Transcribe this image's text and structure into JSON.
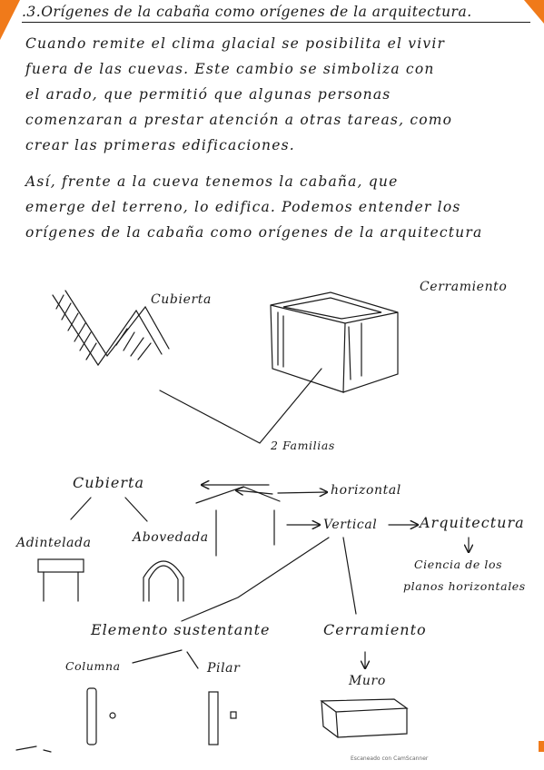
{
  "title": ".3.Orígenes de la cabaña como orígenes de la arquitectura.",
  "paragraph_1": [
    "Cuando remite el clima glacial se posibilita el vivir",
    "fuera de las cuevas. Este cambio se simboliza con",
    "el arado, que permitió que algunas personas",
    "comenzaran a prestar atención a otras tareas, como",
    "crear las primeras edificaciones."
  ],
  "paragraph_2": [
    "Así, frente a la cueva tenemos la cabaña, que",
    "emerge del terreno, lo edifica. Podemos entender los",
    "orígenes de la cabaña como orígenes de la arquitectura"
  ],
  "diagram": {
    "cubierta_top": "Cubierta",
    "cerramiento_top": "Cerramiento",
    "familias": "2 Familias",
    "cubierta": "Cubierta",
    "horizontal": "horizontal",
    "adintelada": "Adintelada",
    "abovedada": "Abovedada",
    "vertical": "Vertical",
    "arquitectura": "Arquitectura",
    "ciencia_1": "Ciencia de los",
    "ciencia_2": "planos horizontales",
    "elemento": "Elemento sustentante",
    "cerramiento": "Cerramiento",
    "columna": "Columna",
    "pilar": "Pilar",
    "muro": "Muro"
  },
  "footer": "Escaneado con CamScanner"
}
